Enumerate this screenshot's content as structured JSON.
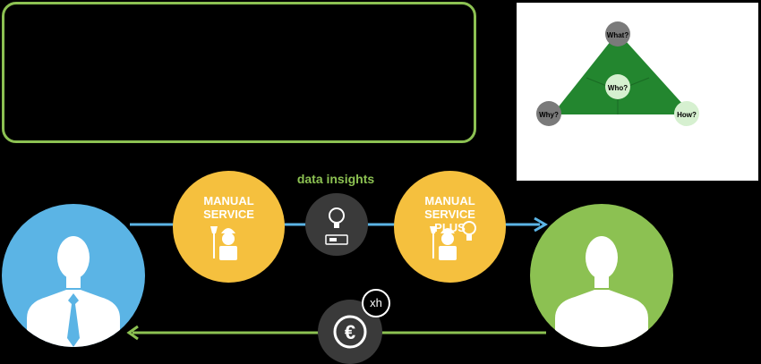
{
  "triangle": {
    "nodes": {
      "top": "What?",
      "center": "Who?",
      "left": "Why?",
      "right": "How?"
    }
  },
  "flow": {
    "data_label": "data insights",
    "service_left": "MANUAL SERVICE",
    "service_right": "MANUAL SERVICE PLUS",
    "multiplier": "xh"
  },
  "colors": {
    "green_accent": "#8cc152",
    "blue_person": "#5bb4e5",
    "green_person": "#8cc152",
    "service_yellow": "#f5c03e",
    "dark_gray": "#3a3a3a",
    "triangle_green": "#23862f"
  },
  "icons": {
    "insight": "lightbulb-icon",
    "payment": "euro-icon",
    "worker": "construction-worker-icon"
  }
}
